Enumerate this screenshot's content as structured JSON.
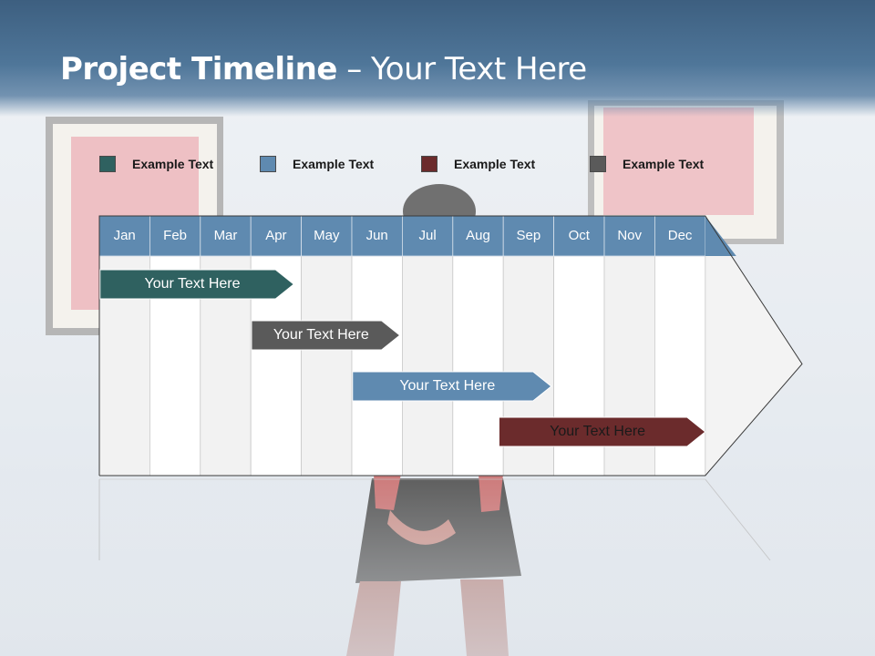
{
  "header": {
    "title_bold": "Project Timeline",
    "title_rest": " – Your Text Here"
  },
  "legend": [
    {
      "label": "Example Text",
      "color": "#2f6160"
    },
    {
      "label": "Example Text",
      "color": "#5f8ab0"
    },
    {
      "label": "Example Text",
      "color": "#6b2b2c"
    },
    {
      "label": "Example Text",
      "color": "#5a5a5a"
    }
  ],
  "months": [
    "Jan",
    "Feb",
    "Mar",
    "Apr",
    "May",
    "Jun",
    "Jul",
    "Aug",
    "Sep",
    "Oct",
    "Nov",
    "Dec"
  ],
  "tasks": [
    {
      "label": "Your  Text Here",
      "start_month": 0.05,
      "end_month": 3.85,
      "color": "#2f6160"
    },
    {
      "label": "Your  Text Here",
      "start_month": 3.05,
      "end_month": 5.95,
      "color": "#5a5a5a"
    },
    {
      "label": "Your  Text Here",
      "start_month": 5.05,
      "end_month": 8.95,
      "color": "#5f8ab0"
    },
    {
      "label": "Your  Text Here",
      "start_month": 7.95,
      "end_month": 12.0,
      "color": "#6b2b2c"
    }
  ],
  "colors": {
    "month_header": "#5f8ab0",
    "col_light": "#f2f2f2",
    "col_white": "#ffffff"
  }
}
